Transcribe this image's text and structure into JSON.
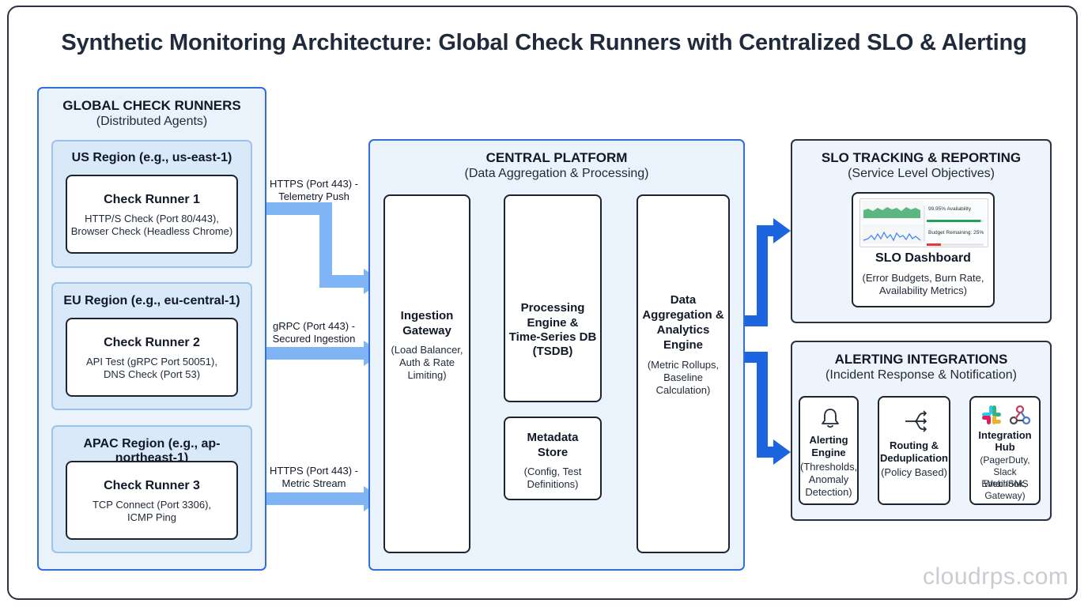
{
  "title": "Synthetic Monitoring Architecture: Global Check Runners with Centralized SLO & Alerting",
  "runners_panel": {
    "title": "GLOBAL CHECK RUNNERS",
    "subtitle": "(Distributed Agents)",
    "regions": [
      {
        "name": "US Region (e.g., us-east-1)",
        "runner": "Check Runner 1",
        "checks": [
          "HTTP/S Check (Port 80/443),",
          "Browser Check (Headless Chrome)"
        ]
      },
      {
        "name": "EU Region (e.g., eu-central-1)",
        "runner": "Check Runner 2",
        "checks": [
          "API Test (gRPC Port 50051),",
          "DNS Check (Port 53)"
        ]
      },
      {
        "name": "APAC Region (e.g., ap-northeast-1)",
        "runner": "Check Runner 3",
        "checks": [
          "TCP Connect (Port 3306),",
          "ICMP Ping"
        ]
      }
    ]
  },
  "connections": [
    {
      "line1": "HTTPS (Port 443) -",
      "line2": "Telemetry Push"
    },
    {
      "line1": "gRPC (Port 443) -",
      "line2": "Secured Ingestion"
    },
    {
      "line1": "HTTPS (Port 443) -",
      "line2": "Metric Stream"
    }
  ],
  "central": {
    "title": "CENTRAL PLATFORM",
    "subtitle": "(Data Aggregation & Processing)",
    "ingestion": {
      "name": [
        "Ingestion",
        "Gateway"
      ],
      "desc": [
        "(Load Balancer,",
        "Auth & Rate",
        "Limiting)"
      ]
    },
    "processing": {
      "name": [
        "Processing",
        "Engine &",
        "Time-Series DB",
        "(TSDB)"
      ]
    },
    "metadata": {
      "name": [
        "Metadata",
        "Store"
      ],
      "desc": [
        "(Config, Test",
        "Definitions)"
      ]
    },
    "aggregation": {
      "name": [
        "Data",
        "Aggregation &",
        "Analytics",
        "Engine"
      ],
      "desc": [
        "(Metric Rollups,",
        "Baseline",
        "Calculation)"
      ]
    }
  },
  "slo": {
    "title": "SLO TRACKING & REPORTING",
    "subtitle": "(Service Level Objectives)",
    "dashboard": {
      "title": "SLO Dashboard",
      "desc": [
        "(Error Budgets, Burn Rate,",
        "Availability Metrics)"
      ],
      "availability": "99.95% Availability",
      "budget": "Budget Remaining: 25%",
      "availability_fill": 0.95,
      "budget_fill": 0.25
    }
  },
  "alerting": {
    "title": "ALERTING INTEGRATIONS",
    "subtitle": "(Incident Response & Notification)",
    "engine": {
      "name": [
        "Alerting",
        "Engine"
      ],
      "desc": [
        "(Thresholds,",
        "Anomaly",
        "Detection)"
      ],
      "icon": "bell-icon"
    },
    "routing": {
      "name": [
        "Routing &",
        "Deduplication"
      ],
      "desc": [
        "(Policy Based)"
      ],
      "icon": "routing-icon"
    },
    "hub": {
      "name": [
        "Integration",
        "Hub"
      ],
      "desc": [
        "(PagerDuty,",
        "Slack Webhook,",
        "Email/SMS",
        "Gateway)"
      ],
      "icons": [
        "slack-icon",
        "webhook-icon"
      ]
    }
  },
  "watermark": "cloudrps.com",
  "colors": {
    "arrow_light": "#7fb5f5",
    "arrow_dark": "#1d64e0",
    "panel_border": "#2f6fd6"
  }
}
